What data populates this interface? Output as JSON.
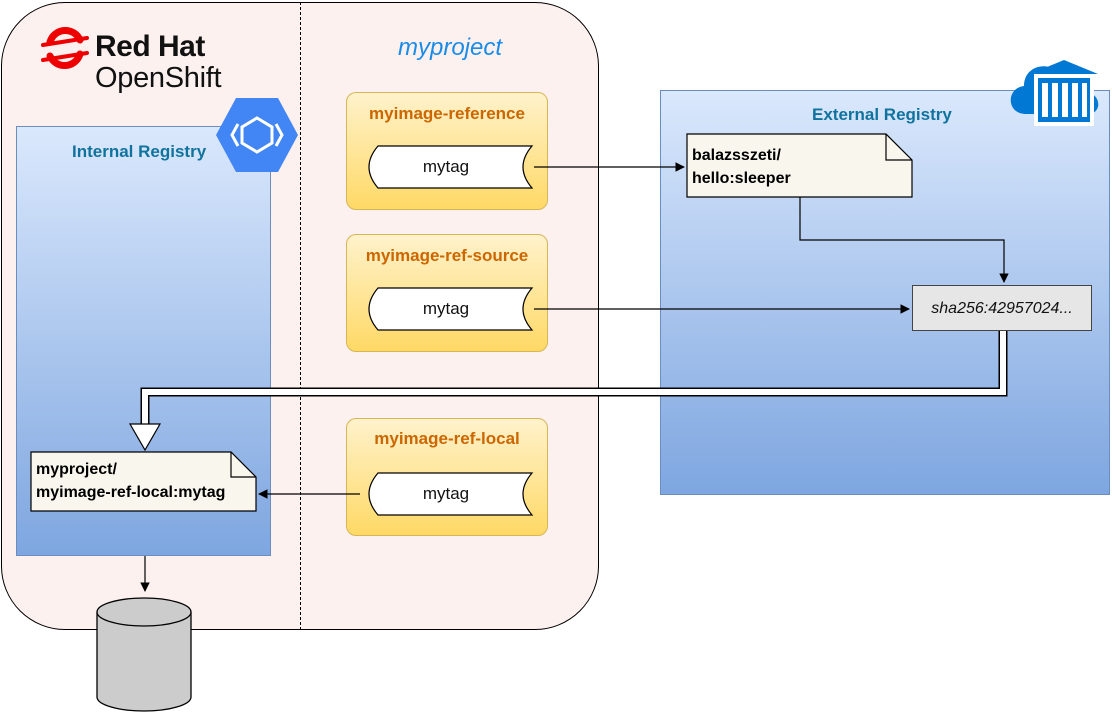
{
  "brand": {
    "primary": "Red Hat",
    "secondary": "OpenShift"
  },
  "project": {
    "title": "myproject"
  },
  "internal_registry": {
    "title": "Internal Registry",
    "note_line1": "myproject/",
    "note_line2": "myimage-ref-local:mytag"
  },
  "external_registry": {
    "title": "External Registry",
    "note_line1": "balazsszeti/",
    "note_line2": "hello:sleeper",
    "digest": "sha256:42957024..."
  },
  "streams": [
    {
      "title": "myimage-reference",
      "tag": "mytag"
    },
    {
      "title": "myimage-ref-source",
      "tag": "mytag"
    },
    {
      "title": "myimage-ref-local",
      "tag": "mytag"
    }
  ],
  "icons": {
    "brand": "redhat-logo-icon",
    "internal": "registry-hexagon-icon",
    "external": "cloud-registry-icon",
    "storage": "database-cylinder-icon"
  },
  "colors": {
    "frame_bg": "#fdf1f0",
    "registry_top": "#dae8fc",
    "registry_bottom": "#7ea6e0",
    "stream_top": "#fff2cc",
    "stream_bottom": "#ffd966",
    "stream_title": "#cc6600",
    "registry_title": "#10739e",
    "project_title": "#1a8ce8",
    "redhat_red": "#ee0000",
    "gcp_blue": "#4285f4",
    "azure_blue": "#0078d4"
  }
}
